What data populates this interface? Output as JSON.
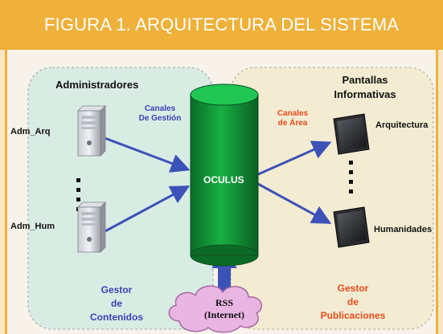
{
  "figure": {
    "title": "FIGURA 1. ARQUITECTURA DEL SISTEMA"
  },
  "left_zone": {
    "title": "Administradores",
    "channel_label_line1": "Canales",
    "channel_label_line2": "De Gestión",
    "admins": [
      {
        "label": "Adm_Arq",
        "icon": "computer-tower-icon"
      },
      {
        "label": "Adm_Hum",
        "icon": "computer-tower-icon"
      }
    ],
    "caption_line1": "Gestor",
    "caption_line2": "de",
    "caption_line3": "Contenidos",
    "color": "#d8ece4"
  },
  "center": {
    "server_label": "OCULUS",
    "server_color": "#13a13a",
    "feed_line1": "RSS",
    "feed_line2": "(Internet)",
    "feed_color": "#e9b6e4"
  },
  "right_zone": {
    "title_line1": "Pantallas",
    "title_line2": "Informativas",
    "channel_label_line1": "Canales",
    "channel_label_line2": "de Área",
    "screens": [
      {
        "label": "Arquitectura",
        "icon": "monitor-icon"
      },
      {
        "label": "Humanidades",
        "icon": "monitor-icon"
      }
    ],
    "caption_line1": "Gestor",
    "caption_line2": "de",
    "caption_line3": "Publicaciones",
    "color": "#f4ecd2"
  },
  "arrow_color": "#3d52b8"
}
